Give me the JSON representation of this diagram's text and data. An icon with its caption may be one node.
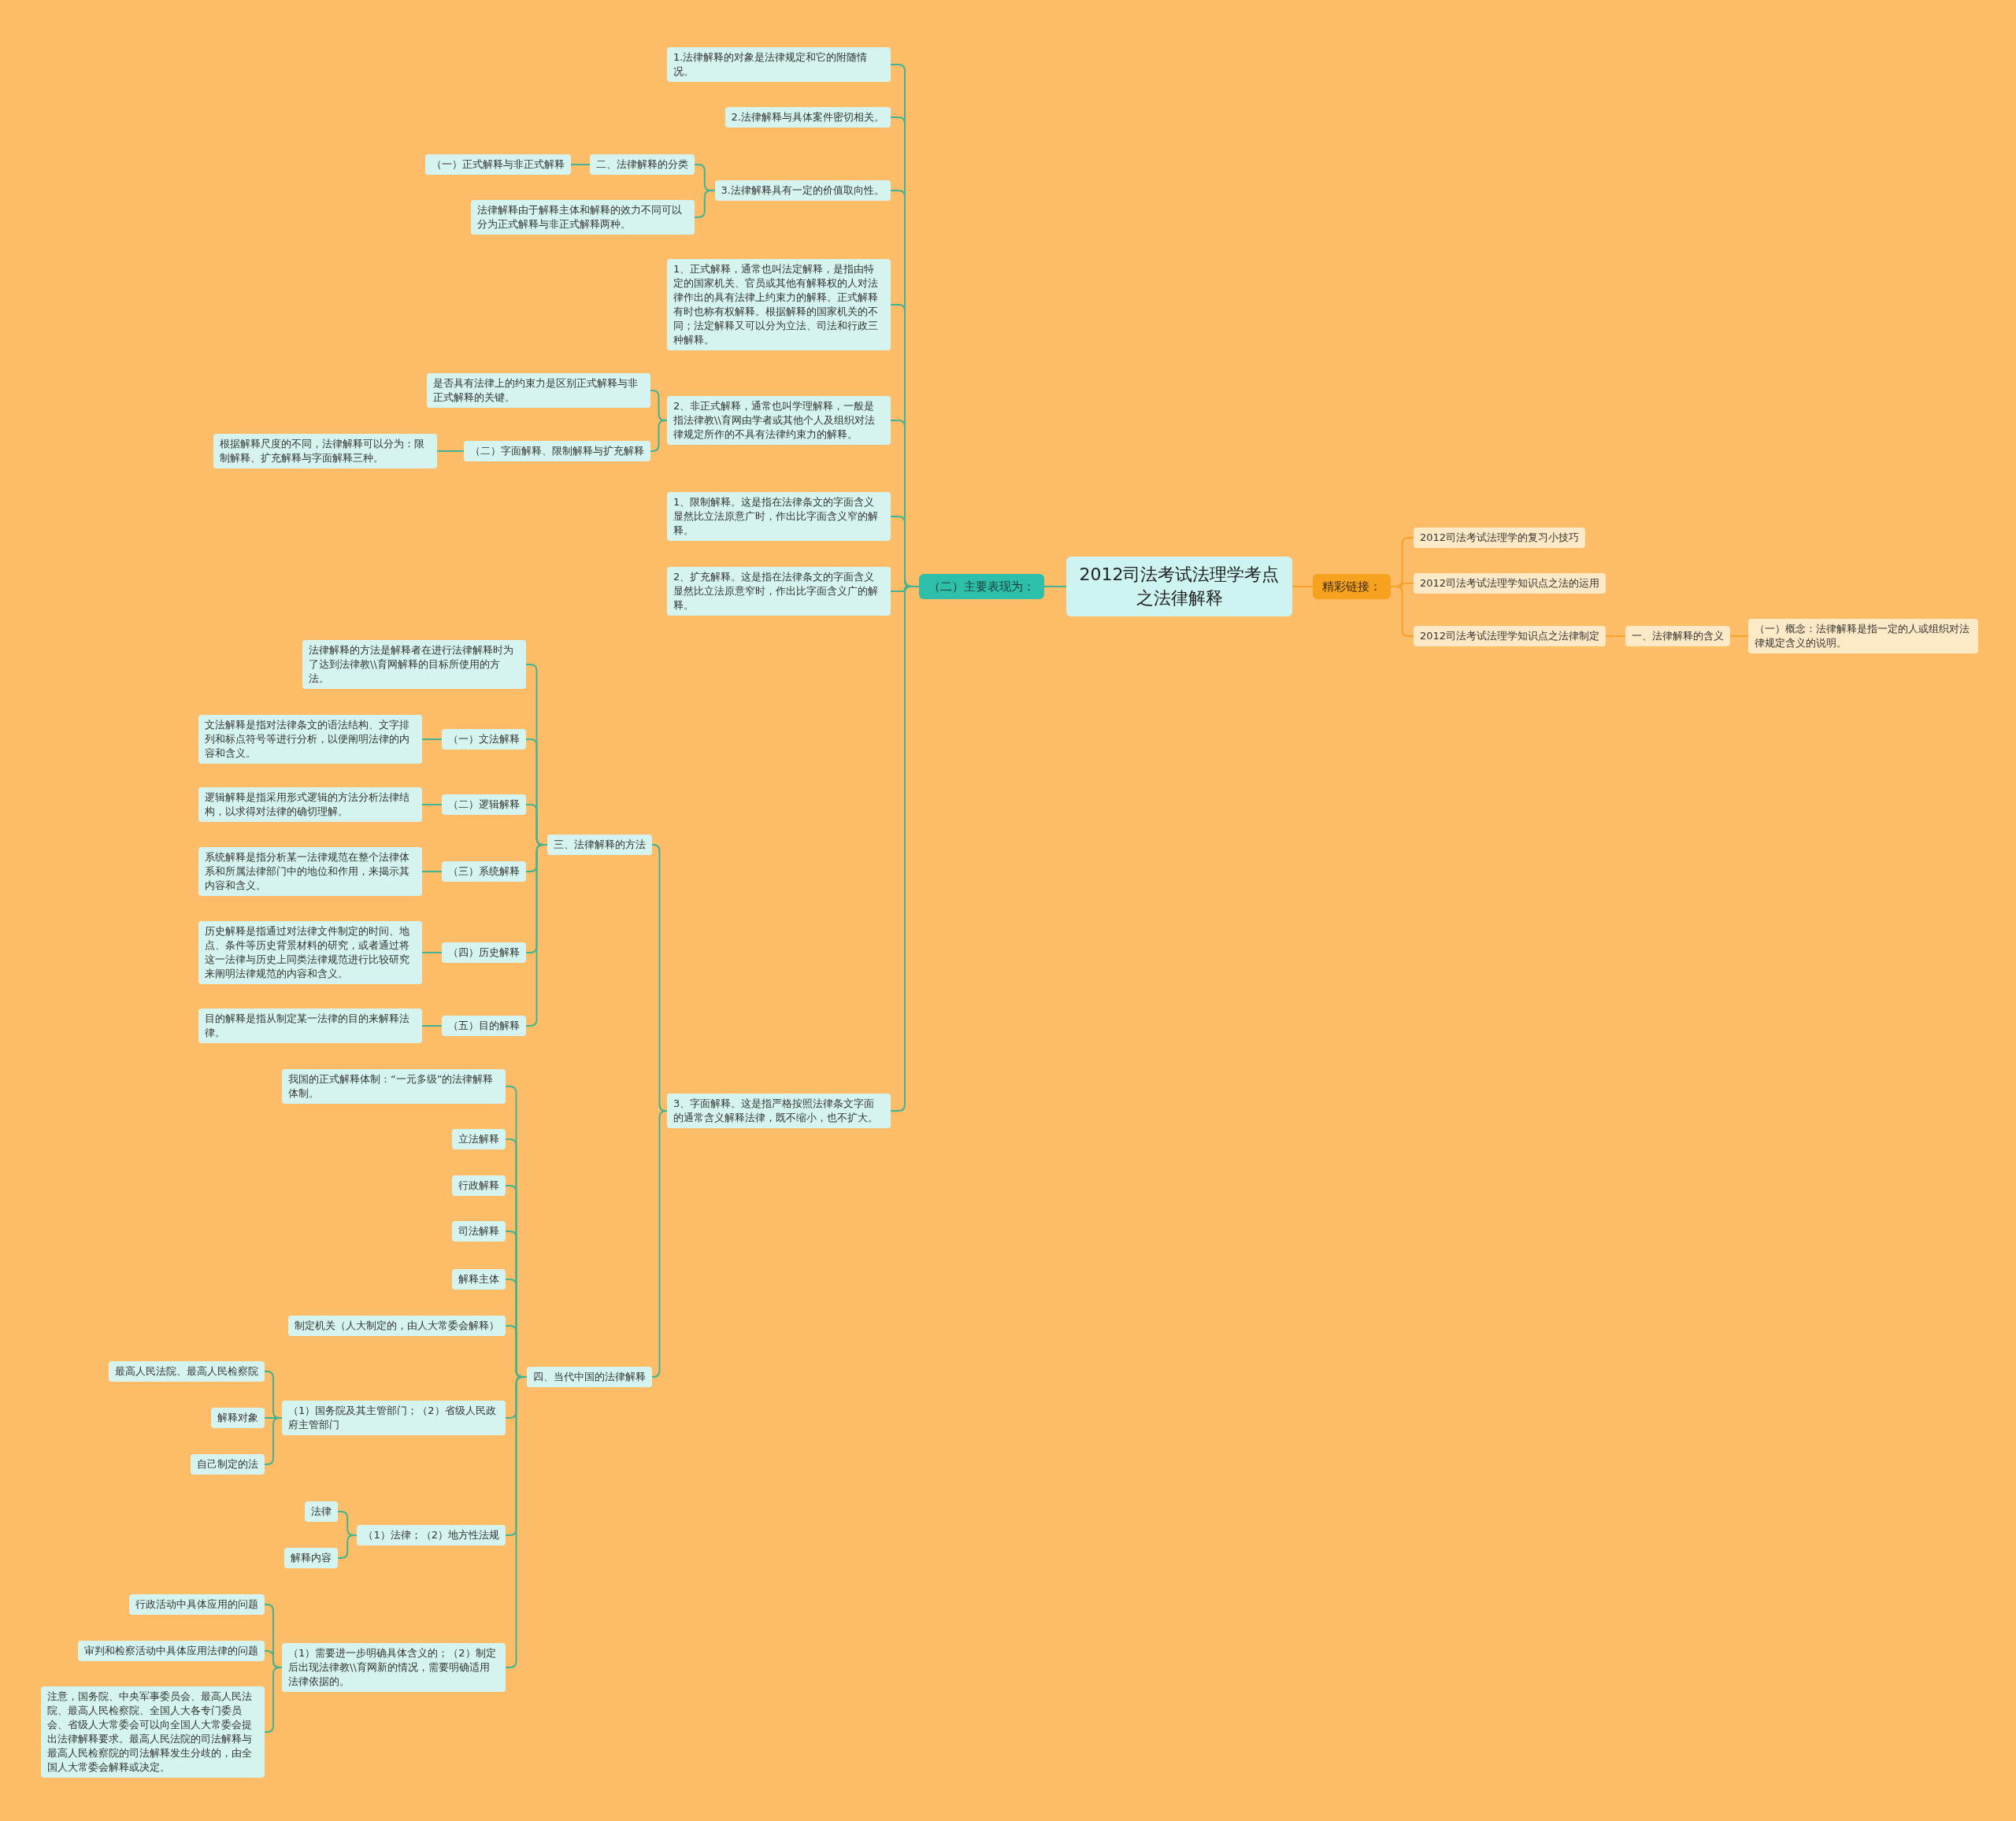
{
  "diagram": {
    "nodes": [
      {
        "text": [
          "2012司法考试法理学考点之法律解释"
        ]
      },
      {
        "text": [
          "（二）主要表现为："
        ]
      },
      {
        "text": [
          "精彩链接："
        ]
      },
      {
        "text": [
          "2012司法考试法理学的复习小技巧"
        ]
      },
      {
        "text": [
          "2012司法考试法理学知识点之法的运用"
        ]
      },
      {
        "text": [
          "2012司法考试法理学知识点之法律制定"
        ]
      },
      {
        "text": [
          "一、法律解释的含义"
        ]
      },
      {
        "text": [
          "（一）概念：法律解释是指一定的人或组织对法律规定含义的说明。"
        ]
      },
      {
        "text": [
          "1.法律解释的对象是法律规定和它的附随情况。"
        ]
      },
      {
        "text": [
          "2.法律解释与具体案件密切相关。"
        ]
      },
      {
        "text": [
          "3.法律解释具有一定的价值取向性。"
        ]
      },
      {
        "text": [
          "二、法律解释的分类"
        ]
      },
      {
        "text": [
          "（一）正式解释与非正式解释"
        ]
      },
      {
        "text": [
          "法律解释由于解释主体和解释的效力不同可以分为正式解释与非正式解释两种。"
        ]
      },
      {
        "text": [
          "1、正式解释，通常也叫法定解释，是指由特定的国家机关、官员或其他有解释权的人对法律作出的具有法律上约束力的解释。正式解释有时也称有权解释。根据解释的国家机关的不同；法定解释又可以分为立法、司法和行政三种解释。"
        ]
      },
      {
        "text": [
          "2、非正式解释，通常也叫学理解释，一般是指法律教\\\\育网由学者或其他个人及组织对法律规定所作的不具有法律约束力的解释。"
        ]
      },
      {
        "text": [
          "是否具有法律上的约束力是区别正式解释与非正式解释的关键。"
        ]
      },
      {
        "text": [
          "（二）字面解释、限制解释与扩充解释"
        ]
      },
      {
        "text": [
          "根据解释尺度的不同，法律解释可以分为：限制解释、扩充解释与字面解释三种。"
        ]
      },
      {
        "text": [
          "1、限制解释。这是指在法律条文的字面含义显然比立法原意广时，作出比字面含义窄的解释。"
        ]
      },
      {
        "text": [
          "2、扩充解释。这是指在法律条文的字面含义显然比立法原意窄时，作出比字面含义广的解释。"
        ]
      },
      {
        "text": [
          "3、字面解释。这是指严格按照法律条文字面的通常含义解释法律，既不缩小，也不扩大。"
        ]
      },
      {
        "text": [
          "三、法律解释的方法"
        ]
      },
      {
        "text": [
          "法律解释的方法是解释者在进行法律解释时为了达到法律教\\\\育网解释的目标所使用的方法。"
        ]
      },
      {
        "text": [
          "（一）文法解释"
        ]
      },
      {
        "text": [
          "文法解释是指对法律条文的语法结构、文字排列和标点符号等进行分析，以便阐明法律的内容和含义。"
        ]
      },
      {
        "text": [
          "（二）逻辑解释"
        ]
      },
      {
        "text": [
          "逻辑解释是指采用形式逻辑的方法分析法律结构，以求得对法律的确切理解。"
        ]
      },
      {
        "text": [
          "（三）系统解释"
        ]
      },
      {
        "text": [
          "系统解释是指分析某一法律规范在整个法律体系和所属法律部门中的地位和作用，来揭示其内容和含义。"
        ]
      },
      {
        "text": [
          "（四）历史解释"
        ]
      },
      {
        "text": [
          "历史解释是指通过对法律文件制定的时间、地点、条件等历史背景材料的研究，或者通过将这一法律与历史上同类法律规范进行比较研究来阐明法律规范的内容和含义。"
        ]
      },
      {
        "text": [
          "（五）目的解释"
        ]
      },
      {
        "text": [
          "目的解释是指从制定某一法律的目的来解释法律。"
        ]
      },
      {
        "text": [
          "四、当代中国的法律解释"
        ]
      },
      {
        "text": [
          "我国的正式解释体制：“一元多级”的法律解释体制。"
        ]
      },
      {
        "text": [
          "立法解释"
        ]
      },
      {
        "text": [
          "行政解释"
        ]
      },
      {
        "text": [
          "司法解释"
        ]
      },
      {
        "text": [
          "解释主体"
        ]
      },
      {
        "text": [
          "制定机关（人大制定的，由人大常委会解释）"
        ]
      },
      {
        "text": [
          "（1）国务院及其主管部门；（2）省级人民政府主管部门"
        ]
      },
      {
        "text": [
          "最高人民法院、最高人民检察院"
        ]
      },
      {
        "text": [
          "解释对象"
        ]
      },
      {
        "text": [
          "自己制定的法"
        ]
      },
      {
        "text": [
          "（1）法律；（2）地方性法规"
        ]
      },
      {
        "text": [
          "法律"
        ]
      },
      {
        "text": [
          "解释内容"
        ]
      },
      {
        "text": [
          "（1）需要进一步明确具体含义的；（2）制定后出现法律教\\\\育网新的情况，需要明确适用法律依据的。"
        ]
      },
      {
        "text": [
          "行政活动中具体应用的问题"
        ]
      },
      {
        "text": [
          "审判和检察活动中具体应用法律的问题"
        ]
      },
      {
        "text": [
          "注意，国务院、中央军事委员会、最高人民法院、最高人民检察院、全国人大各专门委员会、省级人大常委会可以向全国人大常委会提出法律解释要求。最高人民法院的司法解释与最高人民检察院的司法解释发生分歧的，由全国人大常委会解释或决定。"
        ]
      }
    ],
    "edges": [
      {
        "from": 0,
        "to": 1,
        "arrow": "none"
      },
      {
        "from": 0,
        "to": 2,
        "arrow": "none",
        "color": "#f7a12a"
      },
      {
        "from": 2,
        "to": 3,
        "arrow": "none",
        "color": "#f7a12a"
      },
      {
        "from": 2,
        "to": 4,
        "arrow": "none",
        "color": "#f7a12a"
      },
      {
        "from": 2,
        "to": 5,
        "arrow": "none",
        "color": "#f7a12a"
      },
      {
        "from": 5,
        "to": 6,
        "arrow": "none",
        "color": "#f7a12a"
      },
      {
        "from": 6,
        "to": 7,
        "arrow": "none",
        "color": "#f7a12a"
      },
      {
        "from": 1,
        "to": 8,
        "arrow": "none"
      },
      {
        "from": 1,
        "to": 9,
        "arrow": "none"
      },
      {
        "from": 1,
        "to": 10,
        "arrow": "none"
      },
      {
        "from": 10,
        "to": 11,
        "arrow": "none"
      },
      {
        "from": 11,
        "to": 12,
        "arrow": "none"
      },
      {
        "from": 10,
        "to": 13,
        "arrow": "none"
      },
      {
        "from": 1,
        "to": 14,
        "arrow": "none"
      },
      {
        "from": 1,
        "to": 15,
        "arrow": "none"
      },
      {
        "from": 15,
        "to": 16,
        "arrow": "none"
      },
      {
        "from": 15,
        "to": 17,
        "arrow": "none"
      },
      {
        "from": 17,
        "to": 18,
        "arrow": "none"
      },
      {
        "from": 1,
        "to": 19,
        "arrow": "none"
      },
      {
        "from": 1,
        "to": 20,
        "arrow": "none"
      },
      {
        "from": 1,
        "to": 21,
        "arrow": "none"
      },
      {
        "from": 21,
        "to": 22,
        "arrow": "none"
      },
      {
        "from": 22,
        "to": 23,
        "arrow": "none"
      },
      {
        "from": 22,
        "to": 24,
        "arrow": "none"
      },
      {
        "from": 24,
        "to": 25,
        "arrow": "none"
      },
      {
        "from": 22,
        "to": 26,
        "arrow": "none"
      },
      {
        "from": 26,
        "to": 27,
        "arrow": "none"
      },
      {
        "from": 22,
        "to": 28,
        "arrow": "none"
      },
      {
        "from": 28,
        "to": 29,
        "arrow": "none"
      },
      {
        "from": 22,
        "to": 30,
        "arrow": "none"
      },
      {
        "from": 30,
        "to": 31,
        "arrow": "none"
      },
      {
        "from": 22,
        "to": 32,
        "arrow": "none"
      },
      {
        "from": 32,
        "to": 33,
        "arrow": "none"
      },
      {
        "from": 21,
        "to": 34,
        "arrow": "none"
      },
      {
        "from": 34,
        "to": 35,
        "arrow": "none"
      },
      {
        "from": 34,
        "to": 36,
        "arrow": "none"
      },
      {
        "from": 34,
        "to": 37,
        "arrow": "none"
      },
      {
        "from": 34,
        "to": 38,
        "arrow": "none"
      },
      {
        "from": 34,
        "to": 39,
        "arrow": "none"
      },
      {
        "from": 34,
        "to": 40,
        "arrow": "none"
      },
      {
        "from": 34,
        "to": 41,
        "arrow": "none"
      },
      {
        "from": 41,
        "to": 42,
        "arrow": "none"
      },
      {
        "from": 41,
        "to": 43,
        "arrow": "none"
      },
      {
        "from": 41,
        "to": 44,
        "arrow": "none"
      },
      {
        "from": 34,
        "to": 45,
        "arrow": "none"
      },
      {
        "from": 45,
        "to": 46,
        "arrow": "none"
      },
      {
        "from": 45,
        "to": 47,
        "arrow": "none"
      },
      {
        "from": 34,
        "to": 48,
        "arrow": "none"
      },
      {
        "from": 48,
        "to": 49,
        "arrow": "none"
      },
      {
        "from": 48,
        "to": 50,
        "arrow": "none"
      },
      {
        "from": 48,
        "to": 51,
        "arrow": "none"
      }
    ]
  }
}
